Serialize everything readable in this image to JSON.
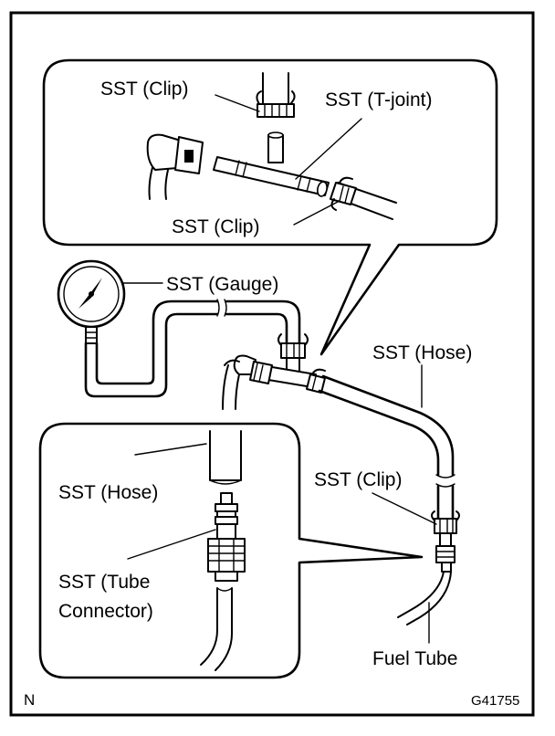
{
  "labels": {
    "clip_top": "SST (Clip)",
    "t_joint": "SST  (T-joint)",
    "clip_mid": "SST (Clip)",
    "gauge": "SST (Gauge)",
    "hose_right": "SST (Hose)",
    "clip_right": "SST (Clip)",
    "hose_inset": "SST (Hose)",
    "tube_connector_line1": "SST  (Tube",
    "tube_connector_line2": "Connector)",
    "fuel_tube": "Fuel Tube",
    "corner_n": "N",
    "figure_code": "G41755"
  }
}
